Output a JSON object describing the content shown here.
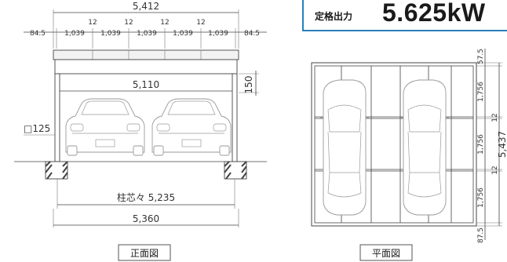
{
  "rating": {
    "label": "定格出力",
    "value": "5.625kW"
  },
  "front": {
    "total_width": "5,412",
    "edge_left": "84.5",
    "edge_right": "84.5",
    "panel_widths": [
      "1,039",
      "1,039",
      "1,039",
      "1,039",
      "1,039"
    ],
    "gaps": [
      "12",
      "12",
      "12",
      "12"
    ],
    "inner_width": "5,110",
    "beam_height": "150",
    "post_size": "□125",
    "post_pitch": "柱芯々 5,235",
    "base_width": "5,360",
    "caption": "正面図"
  },
  "plan": {
    "top_edge": "57.5",
    "rows": [
      "1,756",
      "1,756",
      "1,756"
    ],
    "gaps": [
      "12",
      "12"
    ],
    "total": "5,437",
    "bottom_edge": "87.5",
    "caption": "平面図"
  }
}
